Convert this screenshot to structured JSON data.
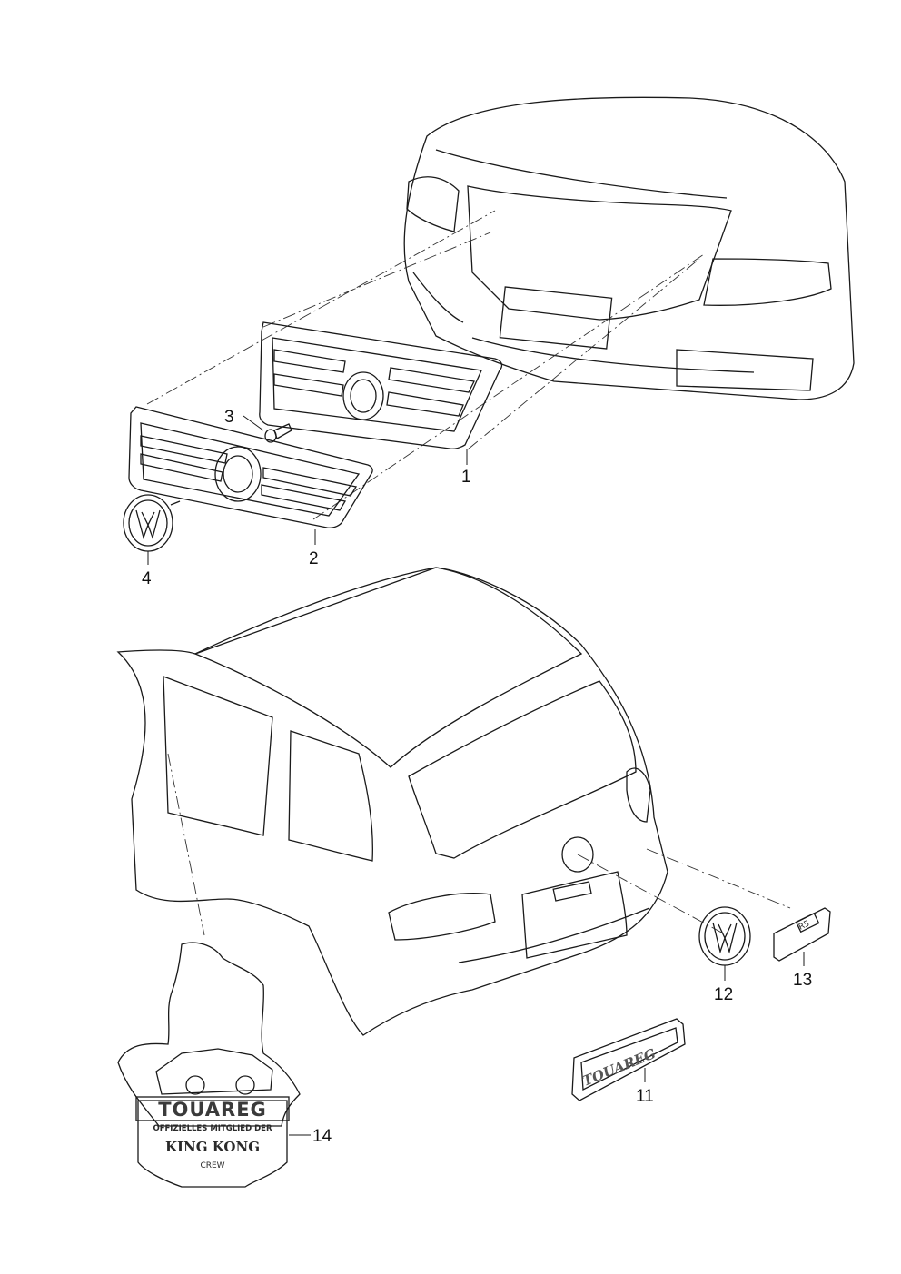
{
  "callouts": [
    {
      "id": "1",
      "label": "1"
    },
    {
      "id": "2",
      "label": "2"
    },
    {
      "id": "3",
      "label": "3"
    },
    {
      "id": "4",
      "label": "4"
    },
    {
      "id": "11",
      "label": "11"
    },
    {
      "id": "12",
      "label": "12"
    },
    {
      "id": "13",
      "label": "13"
    },
    {
      "id": "14",
      "label": "14"
    }
  ],
  "badge": {
    "title": "TOUAREG",
    "line1": "OFFIZIELLES MITGLIED DER",
    "line2": "KING KONG",
    "line3": "CREW"
  },
  "emblem_script": "TOUAREG",
  "plate_text": "R5",
  "colors": {
    "line": "#1a1a1a",
    "body_fill": "#f2f2f2",
    "part_fill": "#d6d6d6",
    "glass_fill": "#b8b8b8"
  }
}
